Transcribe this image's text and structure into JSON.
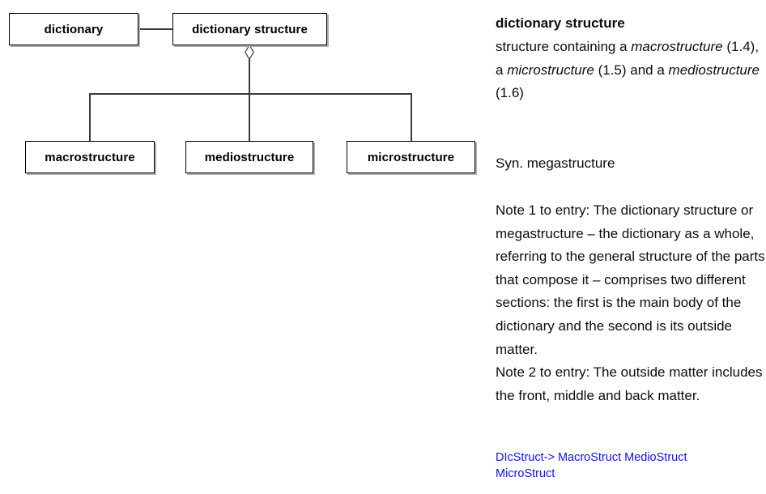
{
  "diagram": {
    "type": "uml-aggregation",
    "boxes": [
      {
        "id": "dictionary",
        "label": "dictionary"
      },
      {
        "id": "dictionary-structure",
        "label": "dictionary structure"
      },
      {
        "id": "macrostructure",
        "label": "macrostructure"
      },
      {
        "id": "mediostructure",
        "label": "mediostructure"
      },
      {
        "id": "microstructure",
        "label": "microstructure"
      }
    ],
    "relations": [
      {
        "from": "dictionary",
        "to": "dictionary structure",
        "kind": "association"
      },
      {
        "from": "dictionary structure",
        "to": "macrostructure",
        "kind": "aggregation"
      },
      {
        "from": "dictionary structure",
        "to": "mediostructure",
        "kind": "aggregation"
      },
      {
        "from": "dictionary structure",
        "to": "microstructure",
        "kind": "aggregation"
      }
    ],
    "aggregation_marker": "hollow-diamond"
  },
  "entry": {
    "term": "dictionary structure",
    "definition_lead": "structure containing a ",
    "definition_parts": [
      {
        "text": "macrostructure",
        "style": "italic"
      },
      {
        "text": " (1.4), a ",
        "style": "normal"
      },
      {
        "text": "microstructure",
        "style": "italic"
      },
      {
        "text": " (1.5) and a ",
        "style": "normal"
      },
      {
        "text": "mediostructure",
        "style": "italic"
      },
      {
        "text": " (1.6)",
        "style": "normal"
      }
    ],
    "synonym": "Syn. megastructure",
    "note_1": "Note 1 to entry: The dictionary structure or megastructure – the dictionary as a whole, referring to the general structure of the parts that compose it – comprises two different sections: the first is the main body of the dictionary and the second is its outside matter.",
    "note_2": "Note 2 to entry: The outside matter includes the front, middle and back matter.",
    "code_reference": "DIcStruct-> MacroStruct MedioStruct MicroStruct",
    "code_color": "#1414e0"
  }
}
